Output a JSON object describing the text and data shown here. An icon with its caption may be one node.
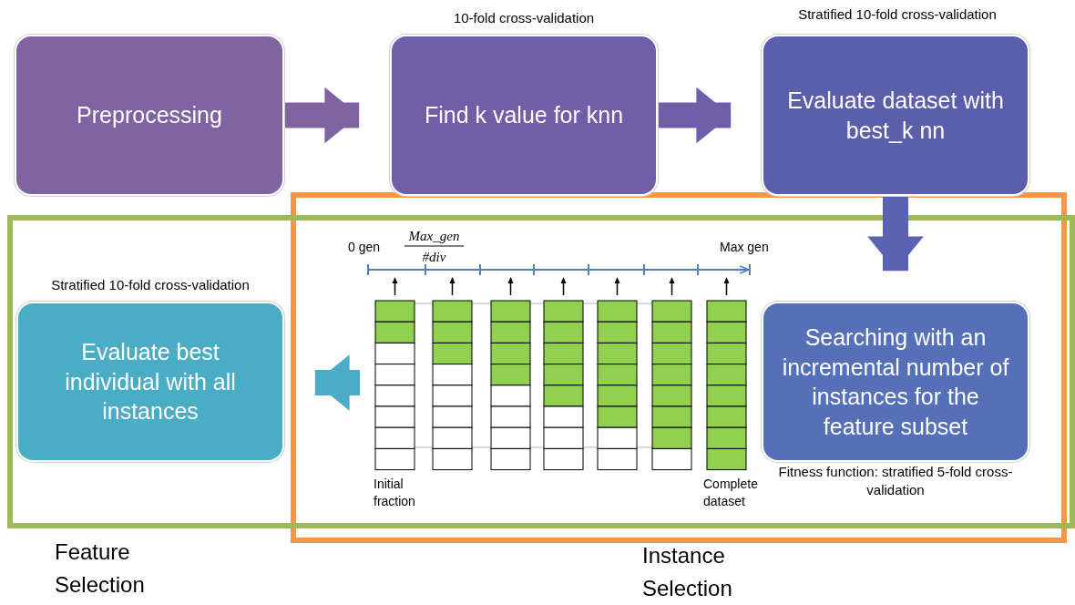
{
  "diagram": {
    "nodes": [
      {
        "text": [
          "Preprocessing"
        ]
      },
      {
        "text": [
          "Find k value for knn"
        ],
        "beside": [
          "10-fold cross-validation"
        ]
      },
      {
        "text": [
          "Evaluate dataset with best_k nn"
        ],
        "beside": [
          "Stratified 10-fold cross-validation"
        ]
      },
      {
        "text": [
          "Searching with an incremental number of instances for the feature subset"
        ],
        "beside": [
          "Fitness function: stratified 5-fold cross-validation"
        ]
      },
      {
        "text": [
          "Evaluate best individual with all instances"
        ],
        "beside": [
          "Stratified 10-fold cross-validation"
        ]
      }
    ],
    "edges": [
      {
        "from": 0,
        "to": 1,
        "arrow": "to",
        "color": "#8064a2"
      },
      {
        "from": 1,
        "to": 2,
        "arrow": "to",
        "color": "#6f5fa9"
      },
      {
        "from": 2,
        "to": 3,
        "arrow": "to",
        "color": "#5a62b2"
      },
      {
        "from": null,
        "to": 4,
        "arrow": "to",
        "color": "#4bacc6"
      }
    ],
    "labels": [
      "0 gen",
      "Max_gen",
      "#div",
      "Max gen",
      "Initial fraction",
      "Complete dataset",
      "Feature Selection",
      "Instance Selection"
    ]
  }
}
